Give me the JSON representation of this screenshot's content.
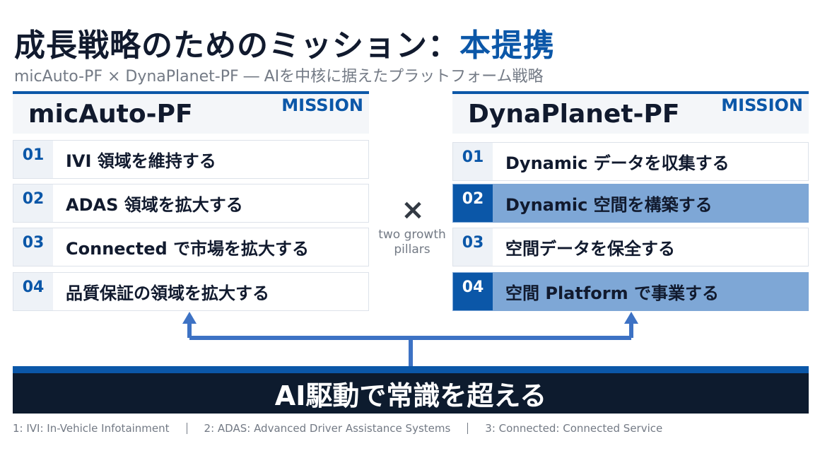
{
  "title": {
    "main": "成長戦略のためのミッション：",
    "accent": "本提携"
  },
  "subtitle": "micAuto-PF × DynaPlanet-PF ― AIを中核に据えたプラットフォーム戦略",
  "left_panel": {
    "name": "micAuto-PF",
    "tag": "MISSION",
    "items": [
      {
        "num": "01",
        "text": "IVI 領域を維持する",
        "highlighted": false
      },
      {
        "num": "02",
        "text": "ADAS 領域を拡大する",
        "highlighted": false
      },
      {
        "num": "03",
        "text": "Connected で市場を拡大する",
        "highlighted": false
      },
      {
        "num": "04",
        "text": "品質保証の領域を拡大する",
        "highlighted": false
      }
    ]
  },
  "right_panel": {
    "name": "DynaPlanet-PF",
    "tag": "MISSION",
    "items": [
      {
        "num": "01",
        "text": "Dynamic データを収集する",
        "highlighted": false
      },
      {
        "num": "02",
        "text": "Dynamic 空間を構築する",
        "highlighted": true
      },
      {
        "num": "03",
        "text": "空間データを保全する",
        "highlighted": false
      },
      {
        "num": "04",
        "text": "空間 Platform で事業する",
        "highlighted": true
      }
    ]
  },
  "center": {
    "symbol": "×",
    "label": "two growth pillars"
  },
  "banner": "AI駆動で常識を超える",
  "footnotes": [
    "1: IVI: In-Vehicle Infotainment",
    "2: ADAS: Advanced Driver Assistance Systems",
    "3: Connected: Connected Service"
  ],
  "colors": {
    "accent": "#0b57a8",
    "dark": "#0d1b2e",
    "highlight": "#7ea7d6",
    "arrow": "#3d72c4"
  }
}
